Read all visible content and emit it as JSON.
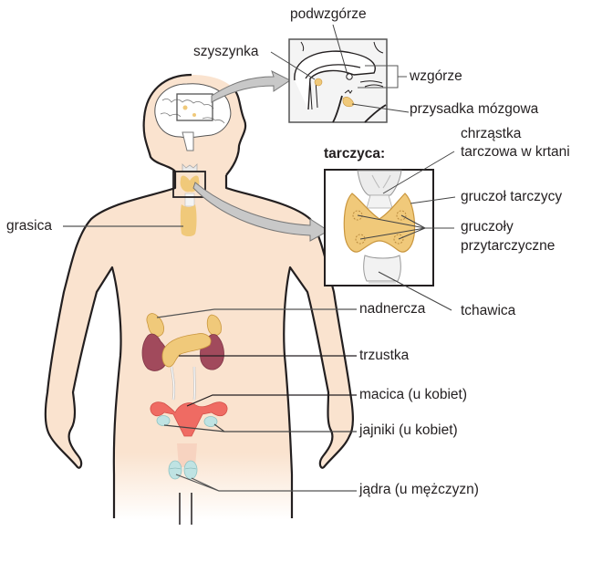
{
  "diagram": {
    "title": "Endocrine system (Polish labels)",
    "colors": {
      "skin": "#fae3cf",
      "outline": "#231f20",
      "gland": "#f0c97a",
      "gland_dark": "#d9a84e",
      "kidney": "#a14a5c",
      "uterus": "#ef6b63",
      "ovary": "#bfe3e3",
      "cartilage": "#e8e8e8",
      "arrow": "#c8c8c8",
      "inset_bg": "#f4f4f4",
      "leader": "#555555"
    },
    "labels": {
      "hypothalamus": "podwzgórze",
      "pineal": "szyszynka",
      "thalamus": "wzgórze",
      "pituitary": "przysadka mózgowa",
      "thyroid_heading": "tarczyca:",
      "thyroid_cartilage_1": "chrząstka",
      "thyroid_cartilage_2": "tarczowa w krtani",
      "thyroid_gland": "gruczoł tarczycy",
      "parathyroid_1": "gruczoły",
      "parathyroid_2": "przytarczyczne",
      "trachea": "tchawica",
      "thymus": "grasica",
      "adrenal": "nadnercza",
      "pancreas": "trzustka",
      "uterus": "macica (u kobiet)",
      "ovaries": "jajniki (u kobiet)",
      "testes": "jądra (u mężczyzn)"
    }
  }
}
